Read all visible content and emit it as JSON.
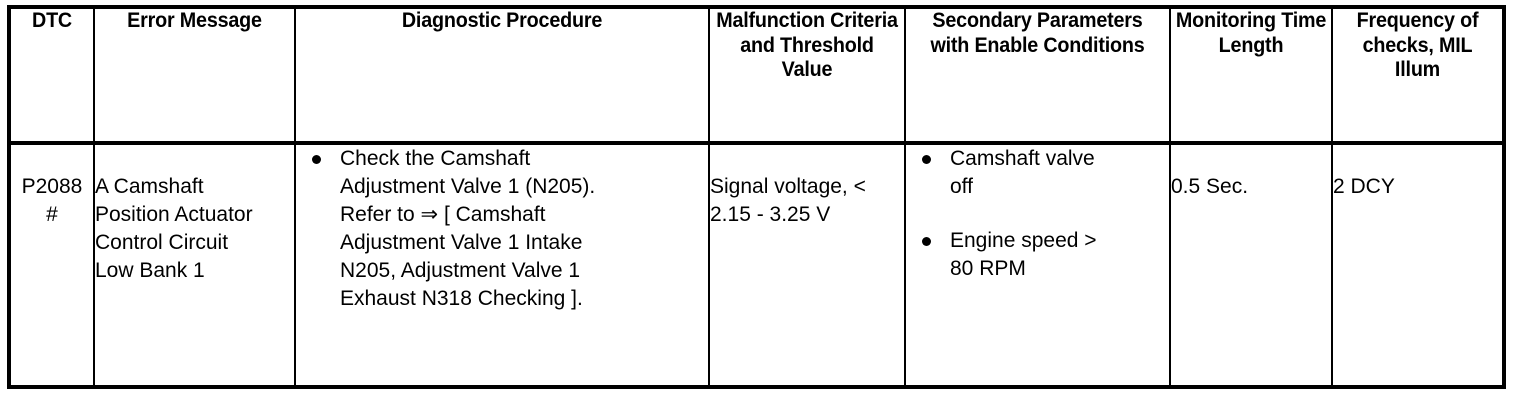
{
  "table": {
    "columns": [
      {
        "key": "dtc",
        "header": "DTC"
      },
      {
        "key": "error",
        "header": "Error Message"
      },
      {
        "key": "procedure",
        "header": "Diagnostic Procedure"
      },
      {
        "key": "criteria",
        "header": "Malfunction\nCriteria and\nThreshold\nValue"
      },
      {
        "key": "secondary",
        "header": "Secondary\nParameters with\nEnable Conditions"
      },
      {
        "key": "monitoring",
        "header": "Monitoring\nTime\nLength"
      },
      {
        "key": "frequency",
        "header": "Frequency of\nchecks, MIL\nIllum"
      }
    ],
    "rows": [
      {
        "dtc": "P2088\n#",
        "error": "A Camshaft\nPosition Actuator\nControl Circuit\nLow Bank 1",
        "procedure_bullets": [
          "Check the Camshaft\nAdjustment Valve 1 (N205).\nRefer to ⇒ [ Camshaft\nAdjustment Valve 1 Intake\nN205, Adjustment Valve 1\nExhaust N318 Checking ]."
        ],
        "criteria": "Signal voltage, <\n2.15 - 3.25 V",
        "secondary_bullets": [
          "Camshaft valve\noff",
          "Engine speed >\n80 RPM"
        ],
        "monitoring": "0.5 Sec.",
        "frequency": "2 DCY"
      }
    ]
  },
  "style": {
    "border_color": "#000000",
    "text_color": "#000000",
    "background": "#ffffff"
  }
}
